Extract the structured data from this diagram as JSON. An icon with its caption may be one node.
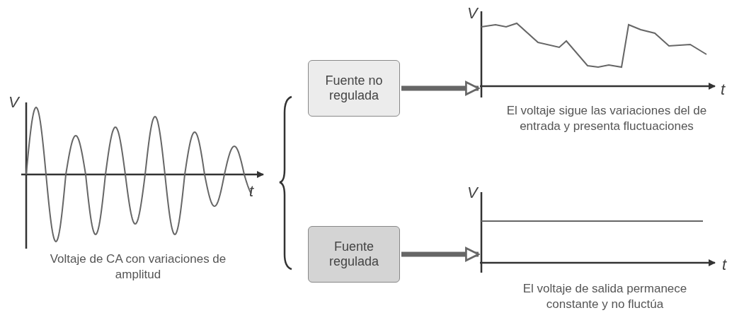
{
  "diagram": {
    "nodes": [
      {
        "text": [
          "Fuente no regulada"
        ]
      },
      {
        "text": [],
        "shape": "picture",
        "beside": [
          "V",
          "t",
          "El voltaje sigue las variaciones del de entrada y presenta fluctuaciones"
        ]
      },
      {
        "text": [
          "Fuente regulada"
        ]
      },
      {
        "text": [],
        "shape": "picture",
        "beside": [
          "V",
          "t",
          "El voltaje de salida permanece constante y no fluctúa"
        ]
      }
    ],
    "edges": [
      {
        "from": 0,
        "to": 1,
        "arrow": "to"
      },
      {
        "from": 2,
        "to": 3,
        "arrow": "to"
      }
    ],
    "labels": [
      "V",
      "t",
      "Voltaje de CA con variaciones de amplitud"
    ]
  }
}
